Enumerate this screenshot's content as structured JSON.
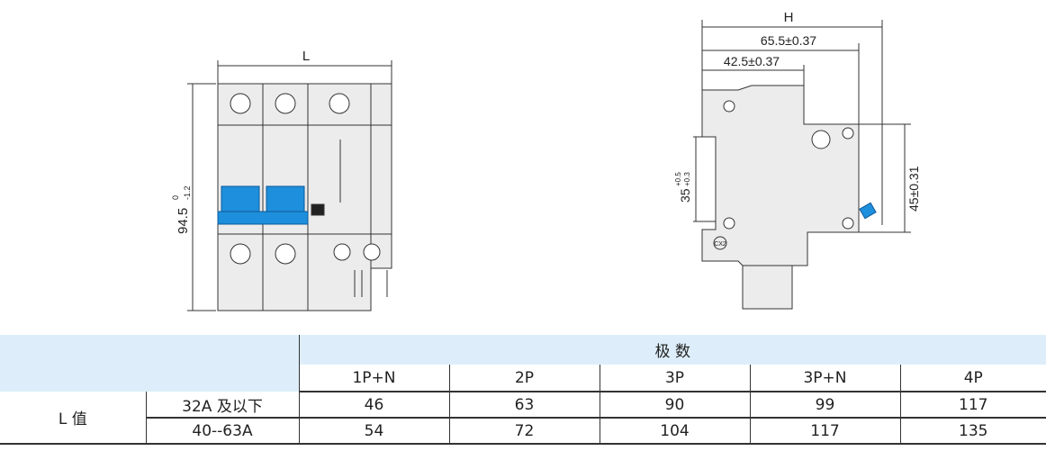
{
  "front_view": {
    "width_label": "L",
    "height_label": "94.5",
    "height_tol_upper": "0",
    "height_tol_lower": "-1.2"
  },
  "side_view": {
    "h_label": "H",
    "dim1": "65.5±0.37",
    "dim2": "42.5±0.37",
    "rail": "35",
    "rail_tol_upper": "+0.5",
    "rail_tol_lower": "+0.3",
    "dim_right": "45±0.31",
    "marking": "CX2"
  },
  "colors": {
    "handle": "#1e8fdc",
    "header_bg": "#ddeefa",
    "body": "#ececec"
  },
  "table": {
    "group_header": "极  数",
    "columns": [
      "1P+N",
      "2P",
      "3P",
      "3P+N",
      "4P"
    ],
    "row_label": "L 值",
    "rows": [
      {
        "label": "32A 及以下",
        "values": [
          "46",
          "63",
          "90",
          "99",
          "117"
        ]
      },
      {
        "label": "40--63A",
        "values": [
          "54",
          "72",
          "104",
          "117",
          "135"
        ]
      }
    ]
  }
}
